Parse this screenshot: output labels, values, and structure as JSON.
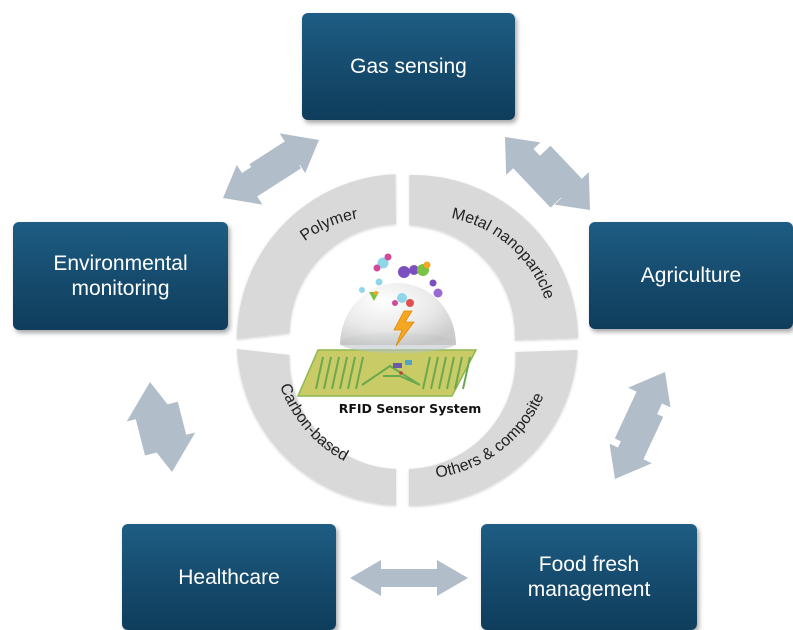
{
  "boxes": {
    "gas_sensing": "Gas sensing",
    "environmental_line1": "Environmental",
    "environmental_line2": "monitoring",
    "agriculture": "Agriculture",
    "healthcare": "Healthcare",
    "food_line1": "Food fresh",
    "food_line2": "management"
  },
  "ring": {
    "polymer": "Polymer",
    "metal": "Metal nanoparticle",
    "carbon": "Carbon-based",
    "others": "Others & composite"
  },
  "center": {
    "title": "RFID Sensor System"
  },
  "colors": {
    "box": "#164b6e",
    "arrow": "#b0bcc8",
    "ring": "#d9d9d9",
    "board": "#c9cc66",
    "trace": "#6aa84f"
  }
}
